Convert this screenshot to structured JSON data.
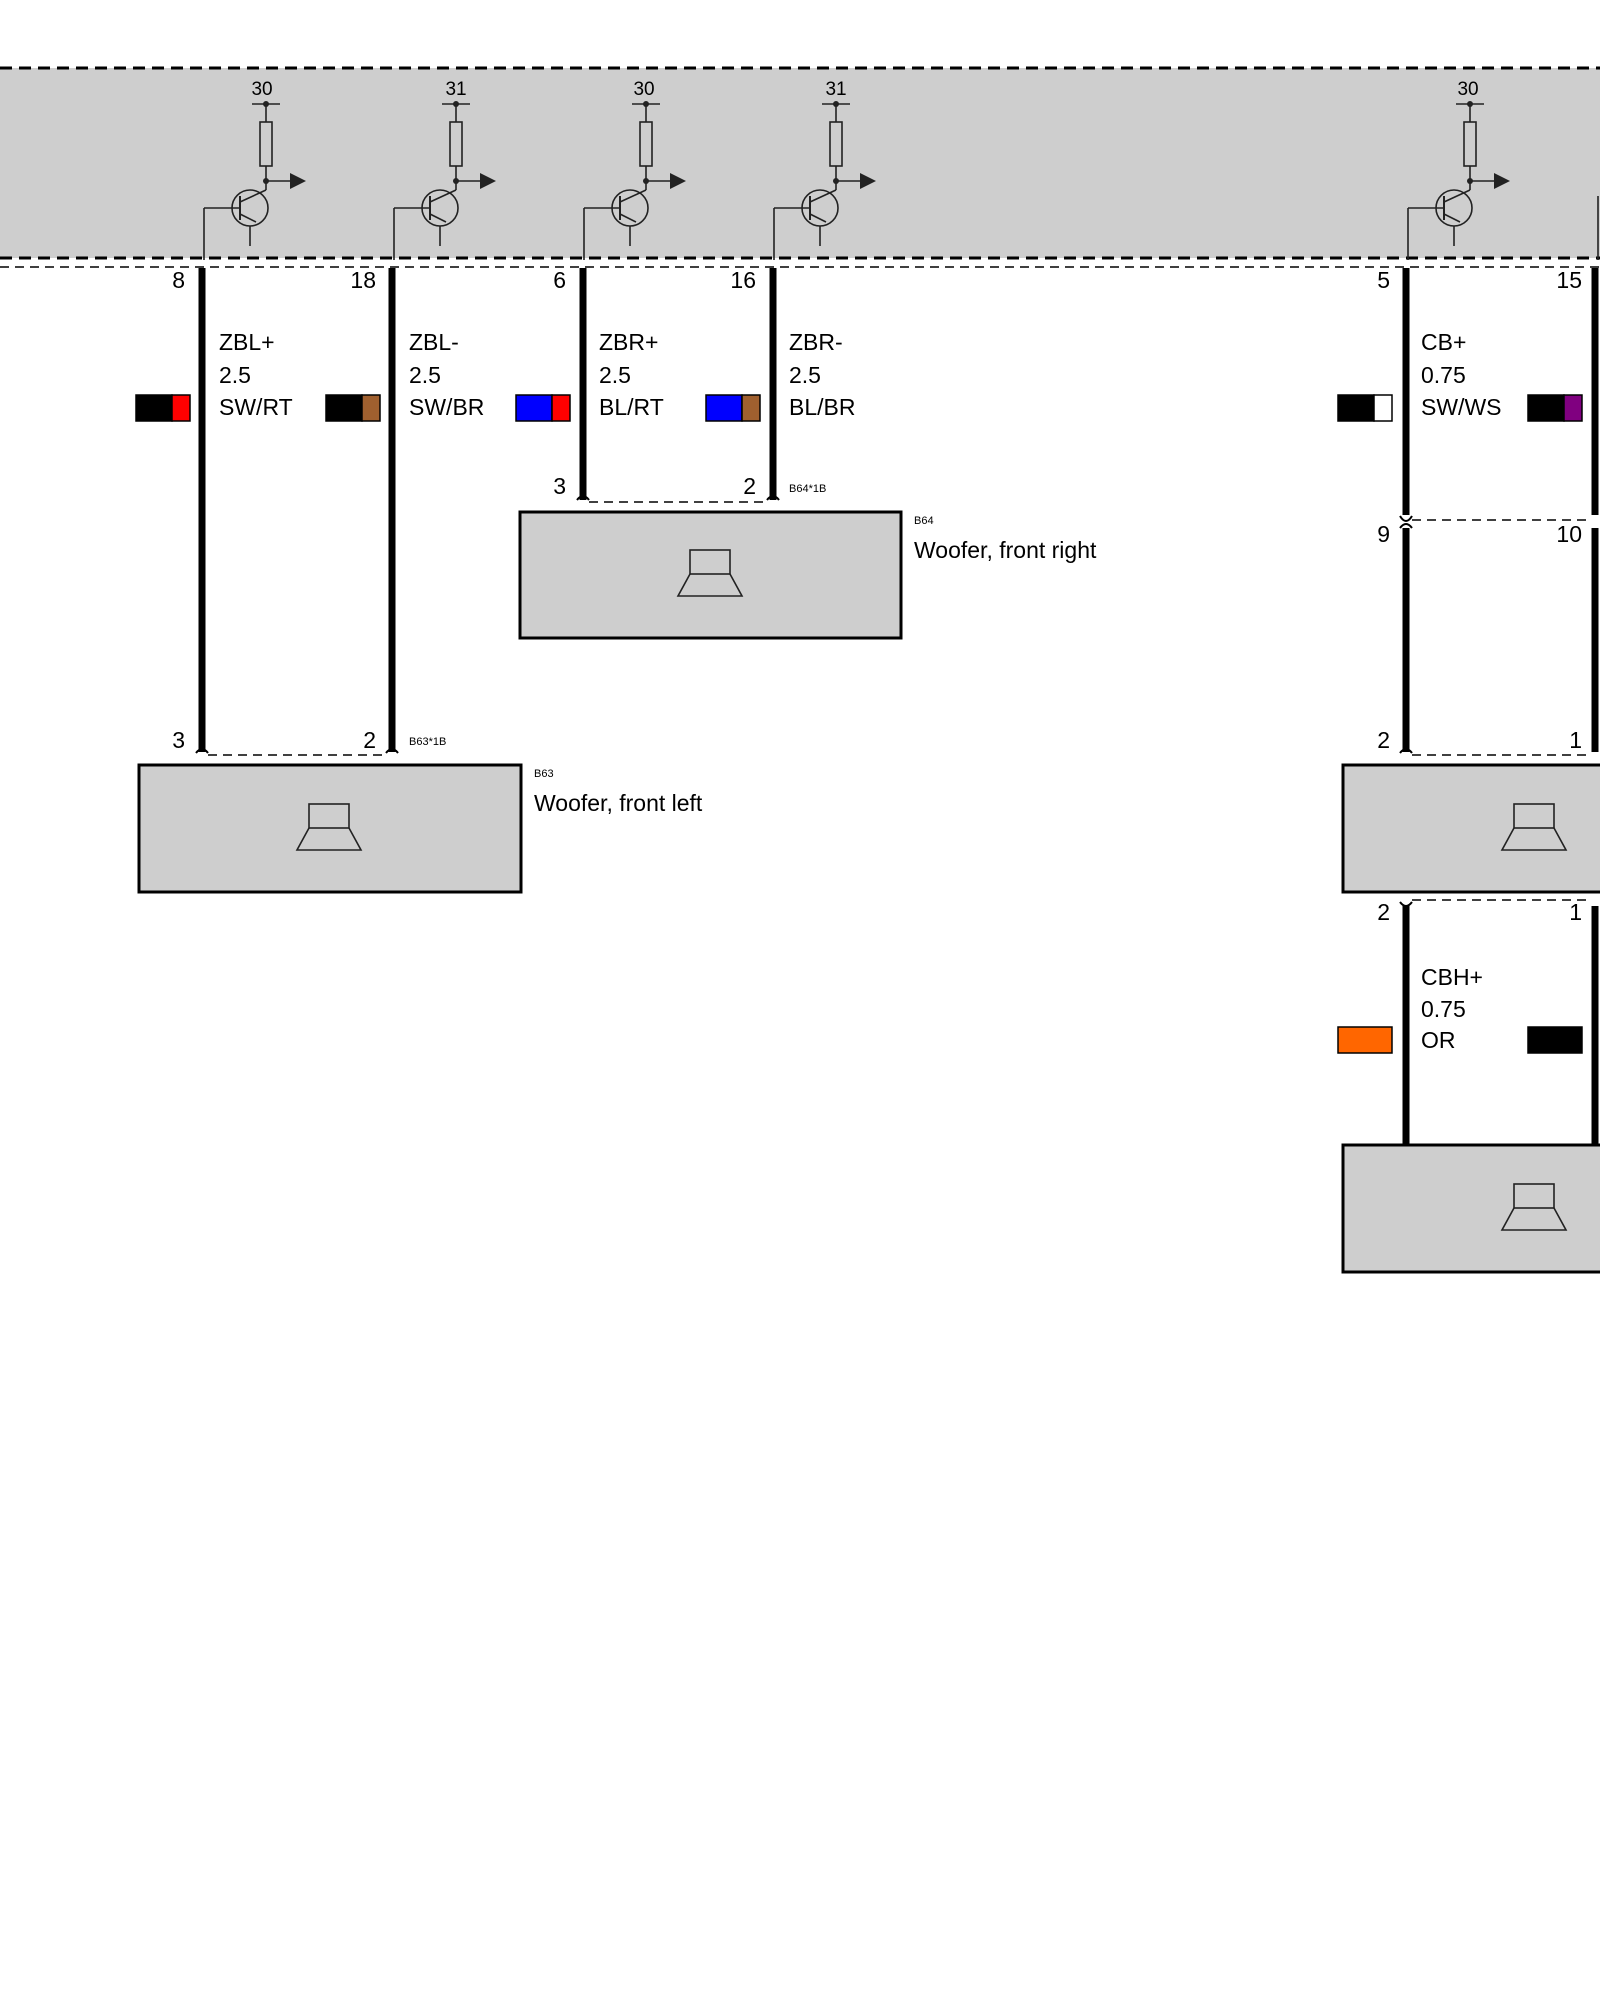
{
  "control_unit": {
    "transistors": [
      {
        "terminal": "30"
      },
      {
        "terminal": "31"
      },
      {
        "terminal": "30"
      },
      {
        "terminal": "31"
      },
      {
        "terminal": "30"
      }
    ]
  },
  "wires": [
    {
      "pin_top": "8",
      "name": "ZBL+",
      "cross_section": "2.5",
      "color_code": "SW/RT",
      "swatch": [
        "#000000",
        "#ff0000"
      ],
      "pin_bottom": "3"
    },
    {
      "pin_top": "18",
      "name": "ZBL-",
      "cross_section": "2.5",
      "color_code": "SW/BR",
      "swatch": [
        "#000000",
        "#a0602f"
      ],
      "pin_bottom": "2"
    },
    {
      "pin_top": "6",
      "name": "ZBR+",
      "cross_section": "2.5",
      "color_code": "BL/RT",
      "swatch": [
        "#0000ff",
        "#ff0000"
      ],
      "pin_bottom": "3"
    },
    {
      "pin_top": "16",
      "name": "ZBR-",
      "cross_section": "2.5",
      "color_code": "BL/BR",
      "swatch": [
        "#0000ff",
        "#a0602f"
      ],
      "pin_bottom": "2"
    },
    {
      "pin_top": "5",
      "name": "CB+",
      "cross_section": "0.75",
      "color_code": "SW/WS",
      "swatch": [
        "#000000",
        "#ffffff"
      ]
    },
    {
      "pin_top": "15",
      "swatch": [
        "#000000",
        "#800080"
      ]
    }
  ],
  "components": {
    "woofer_right": {
      "code": "B64",
      "name": "Woofer, front right",
      "connector": "B64*1B"
    },
    "woofer_left": {
      "code": "B63",
      "name": "Woofer, front left",
      "connector": "B63*1B"
    }
  },
  "right_side": {
    "connector1_pins": [
      "9",
      "10"
    ],
    "speaker1_pins": [
      "2",
      "1"
    ],
    "speaker1_lower_pins": [
      "2",
      "1"
    ],
    "cbh_wire": {
      "name": "CBH+",
      "cross_section": "0.75",
      "color_code": "OR",
      "swatch": "#ff6600",
      "swatch_right": "#000000"
    }
  }
}
